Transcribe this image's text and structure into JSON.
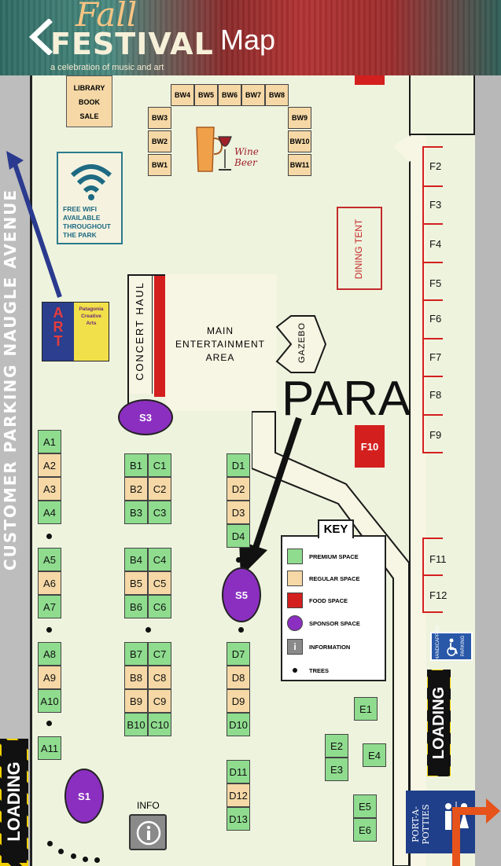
{
  "header": {
    "back_icon": "chevron-left-icon",
    "logo_fall": "Fall",
    "logo_festival": "FESTIVAL",
    "logo_tagline": "a celebration of music and art",
    "title": "Map"
  },
  "map": {
    "street_label": "CUSTOMER PARKING NAUGLE AVENUE",
    "loading_label": "LOADING",
    "library_lines": [
      "LIBRARY",
      "BOOK",
      "SALE"
    ],
    "wifi": {
      "icon": "wifi-icon",
      "lines": [
        "FREE WIFI",
        "AVAILABLE",
        "THROUGHOUT",
        "THE PARK"
      ]
    },
    "art_sign": {
      "left": "ART",
      "right_lines": [
        "Patagonia",
        "Creative",
        "Arts"
      ]
    },
    "wine_beer": "Wine Beer",
    "beer_wine_booths": [
      "BW1",
      "BW2",
      "BW3",
      "BW4",
      "BW5",
      "BW6",
      "BW7",
      "BW8",
      "BW9",
      "BW10",
      "BW11"
    ],
    "concert_haul": "CONCERT HAUL",
    "main_entertainment": [
      "MAIN",
      "ENTERTAINMENT",
      "AREA"
    ],
    "gazebo": "GAZEBO",
    "dining_tent": "DINING TENT",
    "para": "PARA",
    "food_booths": [
      "F2",
      "F3",
      "F4",
      "F5",
      "F6",
      "F7",
      "F8",
      "F9",
      "F10",
      "F11",
      "F12"
    ],
    "sponsors": [
      "S1",
      "S3",
      "S5"
    ],
    "booths": {
      "A": [
        "A1",
        "A2",
        "A3",
        "A4",
        "A5",
        "A6",
        "A7",
        "A8",
        "A9",
        "A10",
        "A11"
      ],
      "B": [
        "B1",
        "B2",
        "B3",
        "B4",
        "B5",
        "B6",
        "B7",
        "B8",
        "B9",
        "B10"
      ],
      "C": [
        "C1",
        "C2",
        "C3",
        "C4",
        "C5",
        "C6",
        "C7",
        "C8",
        "C9",
        "C10"
      ],
      "D": [
        "D1",
        "D2",
        "D3",
        "D4",
        "D7",
        "D8",
        "D9",
        "D10",
        "D11",
        "D12",
        "D13"
      ],
      "E": [
        "E1",
        "E2",
        "E3",
        "E4",
        "E5",
        "E6"
      ]
    },
    "key": {
      "title": "KEY",
      "items": [
        "PREMIUM SPACE",
        "REGULAR SPACE",
        "FOOD SPACE",
        "SPONSOR SPACE",
        "INFORMATION",
        "TREES"
      ]
    },
    "info_label": "INFO",
    "handicapped": [
      "HANDICAPPED",
      "PARKING"
    ],
    "port_a_potties": "PORT-A-POTTIES",
    "colors": {
      "premium": "#8fdc8f",
      "regular": "#f5d8a6",
      "food": "#d41f1f",
      "sponsor": "#8b2fc0"
    }
  }
}
